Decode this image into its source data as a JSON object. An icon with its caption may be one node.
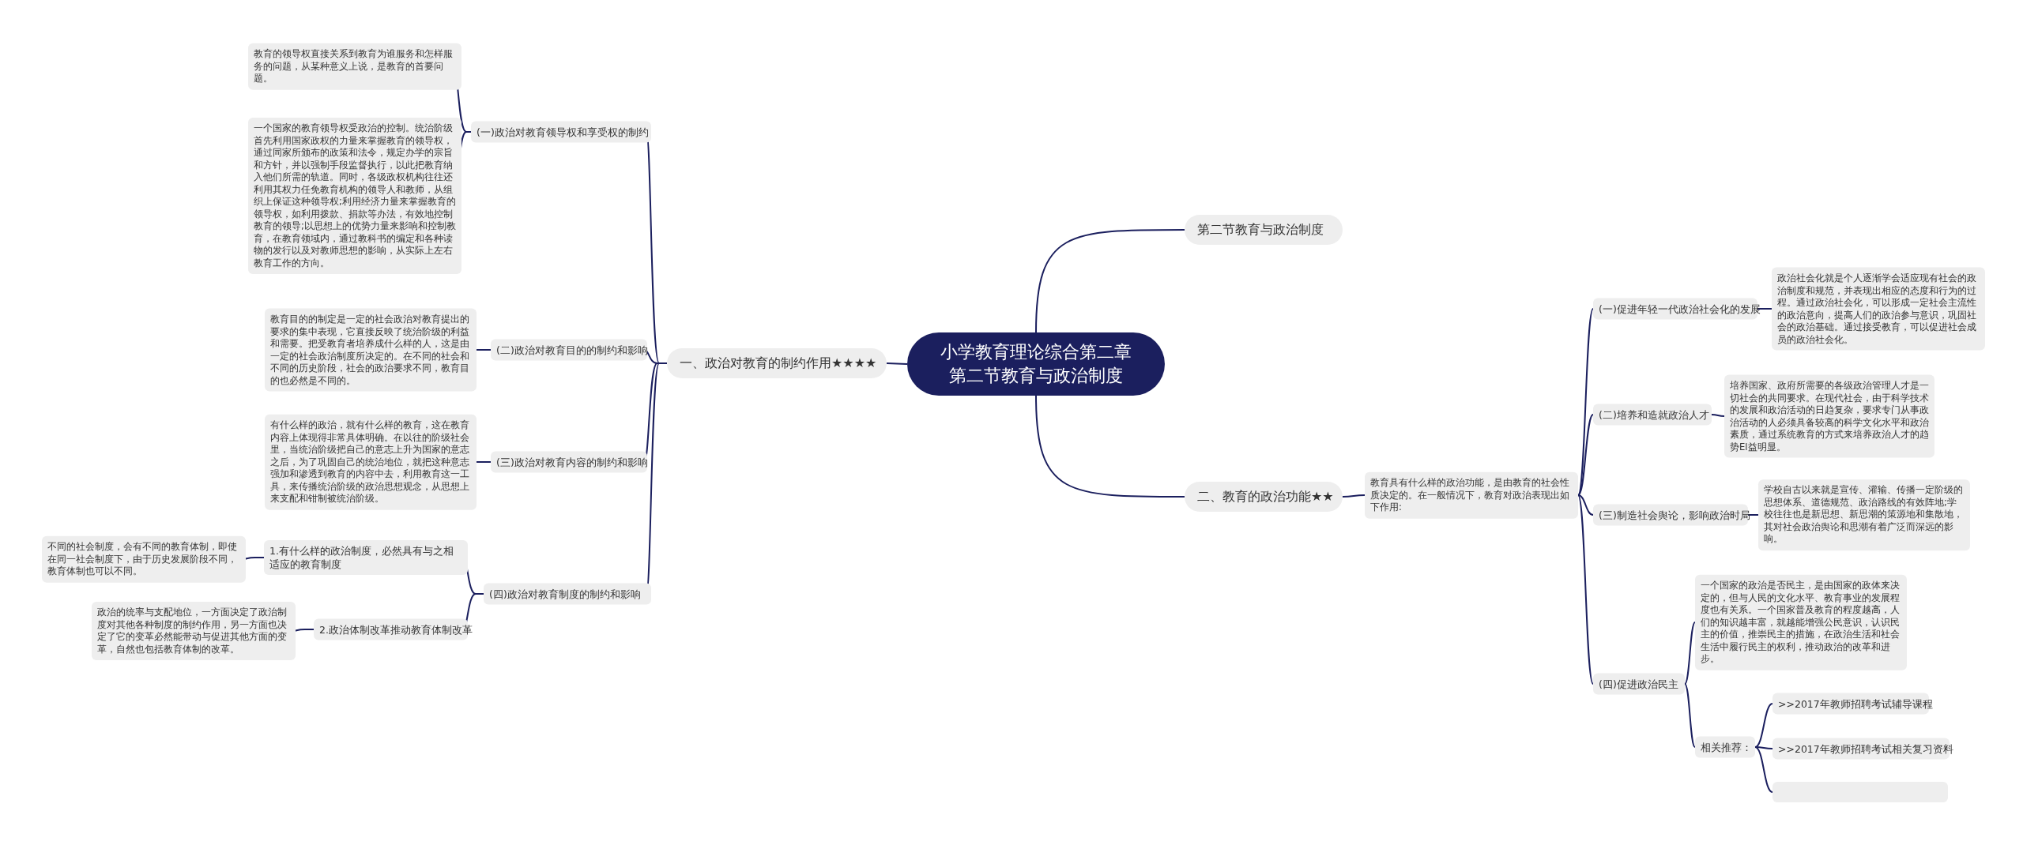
{
  "diagram": {
    "nodes": [
      {
        "text": [
          "小学教育理论综合第二章第二节教育与政治制度"
        ]
      },
      {
        "text": [
          "一、政治对教育的制约作用★★★★"
        ]
      },
      {
        "text": [
          "(一)政治对教育领导权和享受权的制约"
        ]
      },
      {
        "text": [
          "教育的领导权直接关系到教育为谁服务和怎样服务的问题，从某种意义上说，是教育的首要问题。"
        ]
      },
      {
        "text": [
          "一个国家的教育领导权受政治的控制。统治阶级首先利用国家政权的力量来掌握教育的领导权，通过同家所颁布的政策和法令，规定办学的宗旨和方针，并以强制手段监督执行，以此把教育纳入他们所需的轨道。同时，各级政权机构往往还利用其权力任免教育机构的领导人和教师，从组织上保证这种领导权;利用经济力量来掌握教育的领导权，如利用拨款、捐款等办法，有效地控制教育的领导;以思想上的优势力量来影响和控制教育，在教育领域内，通过教科书的编定和各种读物的发行以及对教师思想的影响，从实际上左右教育工作的方向。"
        ]
      },
      {
        "text": [
          "(二)政治对教育目的的制约和影响"
        ]
      },
      {
        "text": [
          "教育目的的制定是一定的社会政治对教育提出的要求的集中表现，它直接反映了统治阶级的利益和需要。把受教育者培养成什么样的人，这是由一定的社会政治制度所决定的。在不同的社会和不同的历史阶段，社会的政治要求不同，教育目的也必然是不同的。"
        ]
      },
      {
        "text": [
          "(三)政治对教育内容的制约和影响"
        ]
      },
      {
        "text": [
          "有什么样的政治，就有什么样的教育，这在教育内容上体现得非常具体明确。在以往的阶级社会里，当统治阶级把自己的意志上升为国家的意志之后，为了巩固自己的统治地位，就把这种意志强加和渗透到教育的内容中去，利用教育这一工具，来传播统治阶级的政治思想观念，从思想上来支配和钳制被统治阶级。"
        ]
      },
      {
        "text": [
          "(四)政治对教育制度的制约和影响"
        ]
      },
      {
        "text": [
          "1.有什么样的政治制度，必然具有与之相适应的教育制度"
        ]
      },
      {
        "text": [
          "不同的社会制度，会有不同的教育体制，即使在同一社会制度下，由于历史发展阶段不同，教育体制也可以不同。"
        ]
      },
      {
        "text": [
          "2.政治体制改革推动教育体制改革"
        ]
      },
      {
        "text": [
          "政治的统率与支配地位，一方面决定了政治制度对其他各种制度的制约作用，另一方面也决定了它的变革必然能带动与促进其他方面的变革，自然也包括教育体制的改革。"
        ]
      },
      {
        "text": [
          "第二节教育与政治制度"
        ]
      },
      {
        "text": [
          "二、教育的政治功能★★"
        ]
      },
      {
        "text": [
          "教育具有什么样的政治功能，是由教育的社会性质决定的。在一般情况下，教育对政治表现出如下作用:"
        ]
      },
      {
        "text": [
          "(一)促进年轻一代政治社会化的发展"
        ]
      },
      {
        "text": [
          "政治社会化就是个人逐渐学会适应现有社会的政治制度和规范，并表现出相应的态度和行为的过程。通过政治社会化，可以形成一定社会主流性的政治意向，提高人们的政治参与意识，巩固社会的政治基础。通过接受教育，可以促进社会成员的政治社会化。"
        ]
      },
      {
        "text": [
          "(二)培养和造就政治人才"
        ]
      },
      {
        "text": [
          "培养国家、政府所需要的各级政治管理人才是一切社会的共同要求。在现代社会，由于科学技术的发展和政治活动的日趋复杂，要求专门从事政治活动的人必须具备较高的科学文化水平和政治素质，通过系统教育的方式来培养政治人才的趋势El益明显。"
        ]
      },
      {
        "text": [
          "(三)制造社会舆论，影响政治时局"
        ]
      },
      {
        "text": [
          "学校自古以来就是宣传、灌输、传播一定阶级的思想体系、道德规范、政治路线的有效阵地;学校往往也是新思想、新思潮的策源地和集散地，其对社会政治舆论和思潮有着广泛而深远的影响。"
        ]
      },
      {
        "text": [
          "(四)促进政治民主"
        ]
      },
      {
        "text": [
          "一个国家的政治是否民主，是由国家的政体来决定的，但与人民的文化水平、教育事业的发展程度也有关系。一个国家普及教育的程度越高，人们的知识越丰富，就越能增强公民意识，认识民主的价值，推崇民主的措施，在政治生活和社会生活中履行民主的权利，推动政治的改革和进步。"
        ]
      },
      {
        "text": [
          "相关推荐："
        ]
      },
      {
        "text": [
          ">>2017年教师招聘考试辅导课程"
        ]
      },
      {
        "text": [
          ">>2017年教师招聘考试相关复习资料"
        ]
      },
      {
        "text": [],
        "shape": "box"
      }
    ],
    "edges": [
      {
        "from": 0,
        "to": 1,
        "arrow": "none"
      },
      {
        "from": 1,
        "to": 2,
        "arrow": "none"
      },
      {
        "from": 2,
        "to": 3,
        "arrow": "none"
      },
      {
        "from": 2,
        "to": 4,
        "arrow": "none"
      },
      {
        "from": 1,
        "to": 5,
        "arrow": "none"
      },
      {
        "from": 5,
        "to": 6,
        "arrow": "none"
      },
      {
        "from": 1,
        "to": 7,
        "arrow": "none"
      },
      {
        "from": 7,
        "to": 8,
        "arrow": "none"
      },
      {
        "from": 1,
        "to": 9,
        "arrow": "none"
      },
      {
        "from": 9,
        "to": 10,
        "arrow": "none"
      },
      {
        "from": 10,
        "to": 11,
        "arrow": "none"
      },
      {
        "from": 9,
        "to": 12,
        "arrow": "none"
      },
      {
        "from": 12,
        "to": 13,
        "arrow": "none"
      },
      {
        "from": 0,
        "to": 14,
        "arrow": "none"
      },
      {
        "from": 0,
        "to": 15,
        "arrow": "none"
      },
      {
        "from": 15,
        "to": 16,
        "arrow": "none"
      },
      {
        "from": 16,
        "to": 17,
        "arrow": "none"
      },
      {
        "from": 17,
        "to": 18,
        "arrow": "none"
      },
      {
        "from": 16,
        "to": 19,
        "arrow": "none"
      },
      {
        "from": 19,
        "to": 20,
        "arrow": "none"
      },
      {
        "from": 16,
        "to": 21,
        "arrow": "none"
      },
      {
        "from": 21,
        "to": 22,
        "arrow": "none"
      },
      {
        "from": 16,
        "to": 23,
        "arrow": "none"
      },
      {
        "from": 23,
        "to": 24,
        "arrow": "none"
      },
      {
        "from": 23,
        "to": 25,
        "arrow": "none"
      },
      {
        "from": 25,
        "to": 26,
        "arrow": "none"
      },
      {
        "from": 25,
        "to": 27,
        "arrow": "none"
      },
      {
        "from": 25,
        "to": 28,
        "arrow": "none"
      }
    ]
  }
}
